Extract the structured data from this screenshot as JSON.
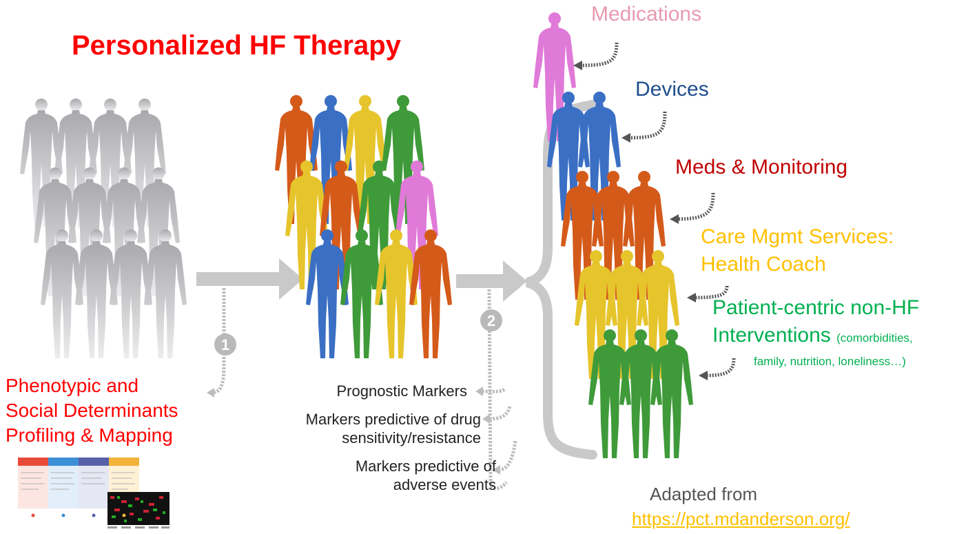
{
  "title": "Personalized HF Therapy",
  "outcomes": {
    "medications": "Medications",
    "devices": "Devices",
    "meds_monitoring": "Meds  & Monitoring",
    "care_mgmt_line1": "Care Mgmt Services:",
    "care_mgmt_line2": "Health Coach",
    "patient_centric_line1": "Patient-centric non-HF",
    "patient_centric_line2": "Interventions",
    "patient_centric_note1": "(comorbidities,",
    "patient_centric_note2": "family, nutrition, loneliness…)"
  },
  "steps": {
    "step1": "1",
    "step2": "2"
  },
  "phenotyping": {
    "line1": "Phenotypic and",
    "line2": "Social Determinants",
    "line3": "Profiling & Mapping"
  },
  "markers": {
    "prognostic": "Prognostic Markers",
    "drug_line1": "Markers predictive of drug",
    "drug_line2": "sensitivity/resistance",
    "adverse_line1": "Markers predictive of",
    "adverse_line2": "adverse events"
  },
  "source": {
    "adapted": "Adapted from",
    "url": "https://pct.mdanderson.org/"
  },
  "colors": {
    "grey": "#a8a8ac",
    "orange": "#d45a1a",
    "blue": "#3a6fc4",
    "yellow": "#e6c42c",
    "green": "#3f9a3a",
    "pink": "#e07ad8",
    "title_red": "#ff0000"
  }
}
